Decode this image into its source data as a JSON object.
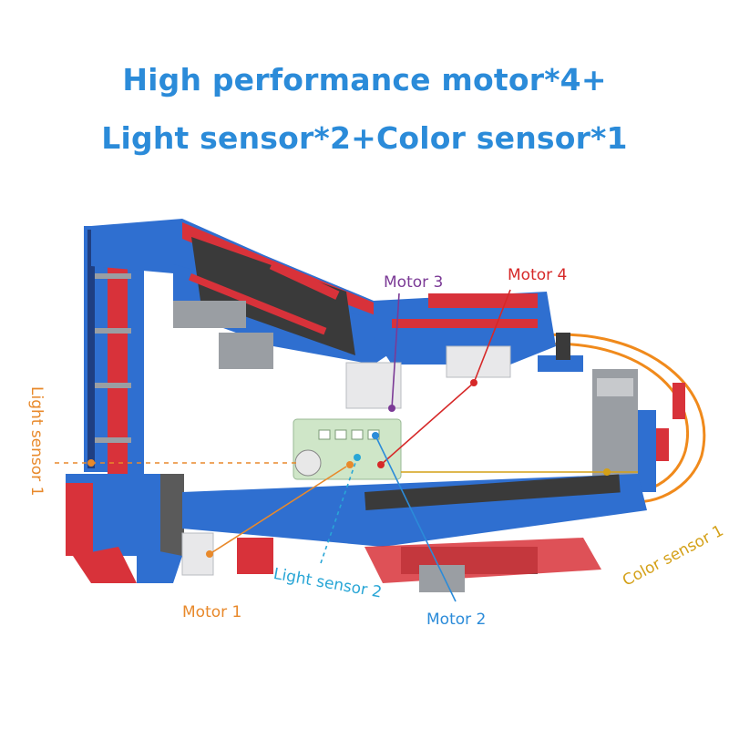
{
  "headline": {
    "line1": "High performance motor*4+",
    "line2": "Light sensor*2+Color sensor*1"
  },
  "callouts": {
    "motor3": {
      "text": "Motor 3",
      "color": "#7b3a96"
    },
    "motor4": {
      "text": "Motor 4",
      "color": "#d62828"
    },
    "light_sensor_1": {
      "text": "Light sensor 1",
      "color": "#e8892b"
    },
    "motor1": {
      "text": "Motor 1",
      "color": "#e8892b"
    },
    "light_sensor_2": {
      "text": "Light sensor 2",
      "color": "#29a6d6"
    },
    "motor2": {
      "text": "Motor 2",
      "color": "#2b8bd9"
    },
    "color_sensor_1": {
      "text": "Color sensor 1",
      "color": "#d4a017"
    }
  },
  "colors": {
    "headline": "#2b8bd9",
    "brick_blue": "#2f6fd0",
    "brick_red": "#d8323a",
    "brick_gray": "#9a9ea3",
    "controller_green": "#cfe6c8",
    "cable_orange": "#f08a1c"
  }
}
